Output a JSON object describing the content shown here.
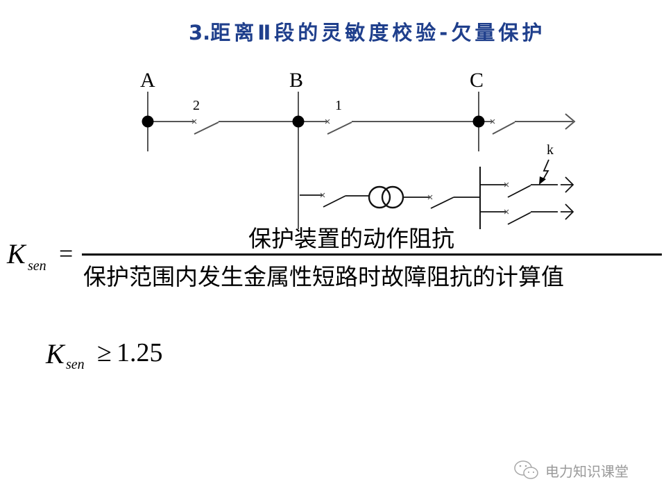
{
  "slide": {
    "title": {
      "number": "3.",
      "text": "距离Ⅱ段的灵敏度校验-欠量保护",
      "color": "#1f3f8c"
    },
    "diagram": {
      "buses": [
        {
          "label": "A"
        },
        {
          "label": "B"
        },
        {
          "label": "C"
        }
      ],
      "breaker_labels": [
        "2",
        "1"
      ],
      "fault_label": "k",
      "elements": [
        "bus-A",
        "bus-B",
        "bus-C",
        "breaker-2",
        "breaker-1",
        "breaker-C-out",
        "transformer",
        "branch-lines",
        "fault-arrow"
      ]
    },
    "formula": {
      "symbol": "K",
      "subscript": "sen",
      "equals": "=",
      "numerator": "保护装置的动作阻抗",
      "denominator": "保护范围内发生金属性短路时故障阻抗的计算值"
    },
    "condition": {
      "symbol": "K",
      "subscript": "sen",
      "operator": "≥",
      "value": "1.25"
    },
    "watermark": {
      "icon": "wechat-icon",
      "text": "电力知识课堂"
    }
  }
}
